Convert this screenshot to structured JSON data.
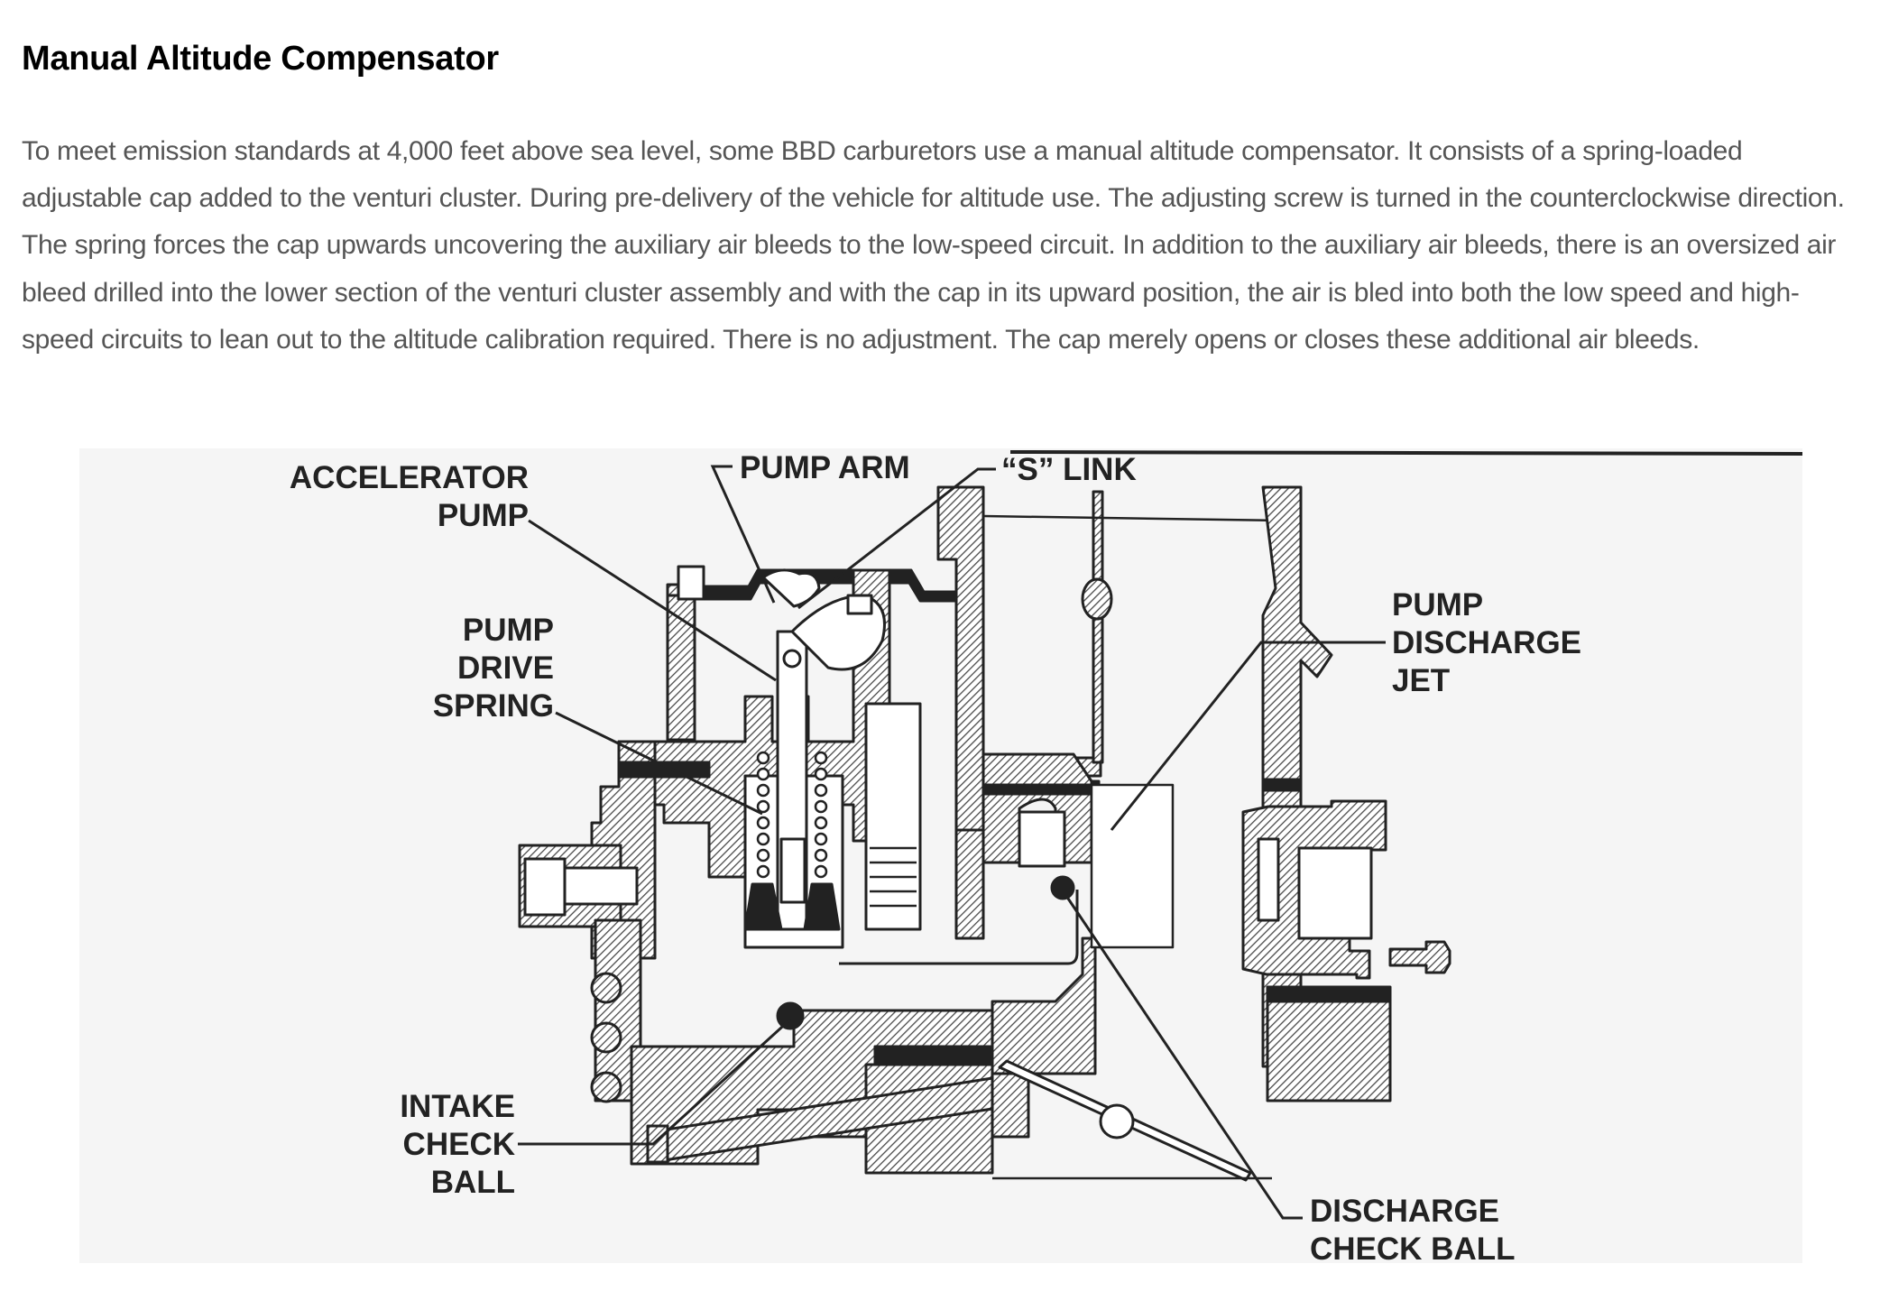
{
  "article": {
    "title": "Manual Altitude Compensator",
    "paragraph": "To meet emission standards at 4,000 feet above sea level, some BBD carburetors use a manual altitude compensator. It consists of a spring-loaded adjustable cap added to the venturi cluster. During pre-delivery of the vehicle for altitude use. The adjusting screw is turned in the counterclockwise direction. The spring forces the cap upwards uncovering the auxiliary air bleeds to the low-speed circuit. In addition to the auxiliary air bleeds, there is an oversized air bleed drilled into the lower section of the venturi cluster assembly and with the cap in its upward position, the air is bled into both the low speed and high-speed circuits to lean out to the altitude calibration required. There is no adjustment. The cap merely opens or closes these additional air bleeds."
  },
  "diagram": {
    "labels": {
      "accelerator_pump": [
        "ACCELERATOR",
        "PUMP"
      ],
      "pump_arm": "PUMP ARM",
      "s_link": "“S” LINK",
      "pump_drive_spring": [
        "PUMP",
        "DRIVE",
        "SPRING"
      ],
      "pump_discharge_jet": [
        "PUMP",
        "DISCHARGE",
        "JET"
      ],
      "intake_check_ball": [
        "INTAKE",
        "CHECK",
        "BALL"
      ],
      "discharge_check_ball": [
        "DISCHARGE",
        "CHECK BALL"
      ]
    },
    "colors": {
      "ink": "#222222",
      "hatch": "#555555",
      "background": "#f5f5f5"
    }
  }
}
